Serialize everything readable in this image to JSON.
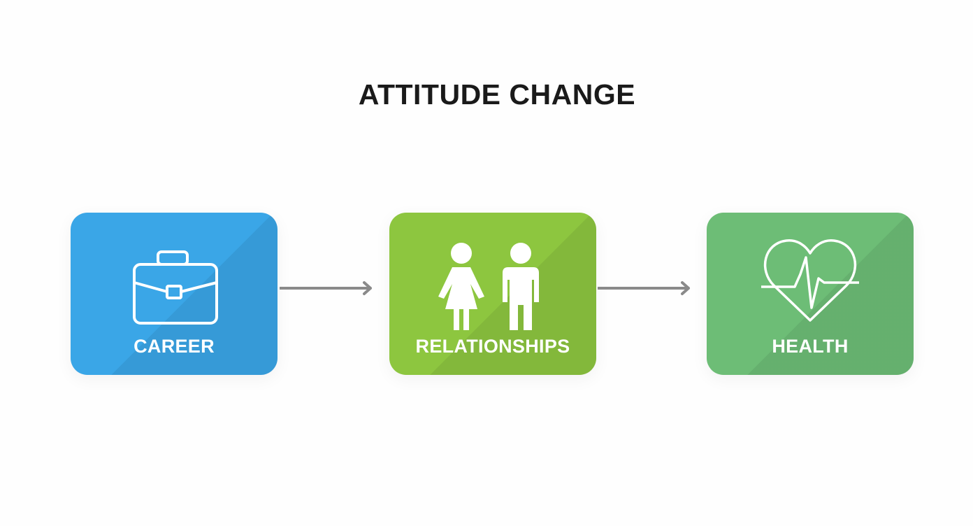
{
  "title": "ATTITUDE CHANGE",
  "colors": {
    "career": "#3aa6e7",
    "relationships": "#8dc63f",
    "health": "#6dbd76",
    "arrow": "#8a8a8a"
  },
  "steps": [
    {
      "label": "CAREER",
      "icon": "briefcase-icon"
    },
    {
      "label": "RELATIONSHIPS",
      "icon": "people-icon"
    },
    {
      "label": "HEALTH",
      "icon": "heart-pulse-icon"
    }
  ]
}
